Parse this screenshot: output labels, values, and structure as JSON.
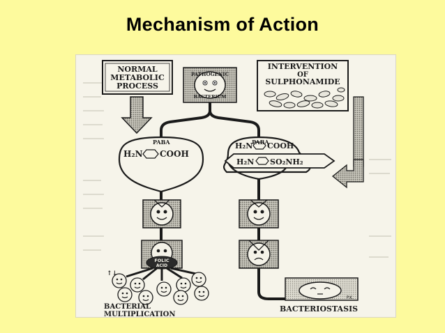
{
  "slide": {
    "title": "Mechanism of Action"
  },
  "diagram": {
    "normal_process": [
      "NORMAL",
      "METABOLIC",
      "PROCESS"
    ],
    "intervention": [
      "INTERVENTION",
      "OF",
      "SULPHONAMIDE"
    ],
    "pathogenic_label": "PATHOGENIC",
    "bacterium_label": "BACTERIUM",
    "paba_left": "PABA",
    "paba_right": "PABA",
    "formula_left": {
      "prefix": "H₂N",
      "suffix": "COOH"
    },
    "formula_right_top": {
      "prefix": "H₂N",
      "suffix": "COOH"
    },
    "formula_right_bottom": {
      "prefix": "H₂N",
      "suffix": "SO₂NH₂"
    },
    "folic_acid": [
      "FOLIC",
      "ACID"
    ],
    "outcome_left": [
      "BACTERIAL",
      "MULTIPLICATION"
    ],
    "outcome_right": "BACTERIOSTASIS",
    "artist_mark": "P.K."
  }
}
